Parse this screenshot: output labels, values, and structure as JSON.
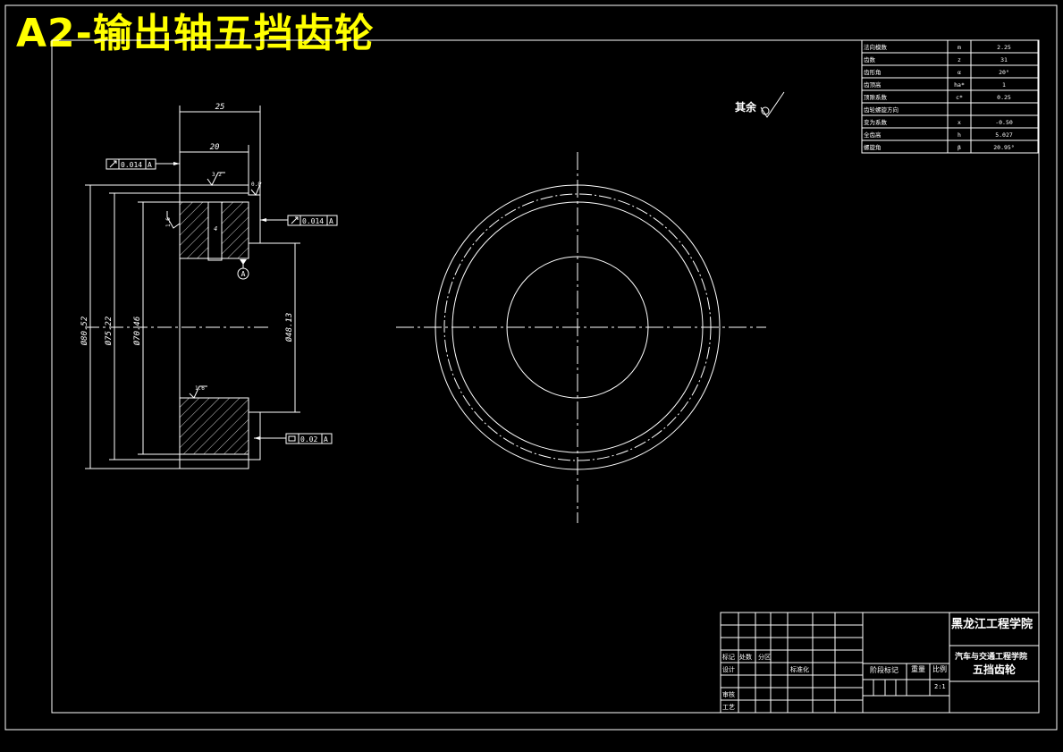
{
  "title": "A2-输出轴五挡齿轮",
  "dims": {
    "width_25": "25",
    "width_20": "20",
    "d1": "Ø80.52",
    "d2": "Ø75.22",
    "d3": "Ø70.46",
    "d4": "Ø48.13",
    "ra_a": "3.2",
    "ra_b": "0.8",
    "ra_c": "1.6",
    "ra_d": "1.6",
    "small_dim": "4"
  },
  "tolerances": {
    "runout_top": "0.014",
    "runout_mid": "0.014",
    "flatness_bottom": "0.02",
    "datum_ref": "A",
    "datum_label": "A"
  },
  "surface_note": "其余",
  "params": {
    "rows": [
      {
        "name": "法向模数",
        "sym": "m",
        "val": "2.25"
      },
      {
        "name": "齿数",
        "sym": "z",
        "val": "31"
      },
      {
        "name": "齿形角",
        "sym": "α",
        "val": "20°"
      },
      {
        "name": "齿顶高",
        "sym": "ha*",
        "val": "1"
      },
      {
        "name": "顶隙系数",
        "sym": "c*",
        "val": "0.25"
      },
      {
        "name": "齿轮螺旋方向",
        "sym": "",
        "val": ""
      },
      {
        "name": "变为系数",
        "sym": "x",
        "val": "-0.50"
      },
      {
        "name": "全齿高",
        "sym": "h",
        "val": "5.027"
      },
      {
        "name": "螺旋角",
        "sym": "β",
        "val": "20.95°"
      }
    ]
  },
  "titleblock": {
    "school": "黑龙江工程学院",
    "dept": "汽车与交通工程学院",
    "part_name": "五挡齿轮",
    "labels": {
      "mark": "标记",
      "count": "处数",
      "zone": "分区",
      "design": "设计",
      "standardize": "标准化",
      "stage_mark": "阶段标记",
      "weight": "重量",
      "scale": "比例",
      "review": "审核",
      "process": "工艺"
    },
    "scale_value": "2:1"
  }
}
